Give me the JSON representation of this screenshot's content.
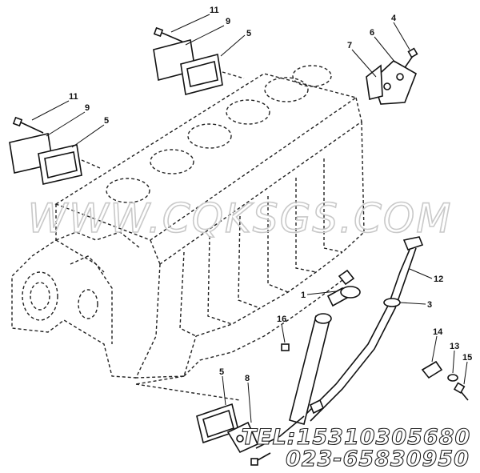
{
  "watermark": "WWW.CQKSGS.COM",
  "phone_line_1": "TEL:15310305680",
  "phone_line_2": "023-65830950",
  "callouts": [
    {
      "id": "c11a",
      "label": "11"
    },
    {
      "id": "c9a",
      "label": "9"
    },
    {
      "id": "c5a",
      "label": "5"
    },
    {
      "id": "c4",
      "label": "4"
    },
    {
      "id": "c6",
      "label": "6"
    },
    {
      "id": "c7",
      "label": "7"
    },
    {
      "id": "c11b",
      "label": "11"
    },
    {
      "id": "c9b",
      "label": "9"
    },
    {
      "id": "c5b",
      "label": "5"
    },
    {
      "id": "c12",
      "label": "12"
    },
    {
      "id": "c1",
      "label": "1"
    },
    {
      "id": "c3",
      "label": "3"
    },
    {
      "id": "c16",
      "label": "16"
    },
    {
      "id": "c14",
      "label": "14"
    },
    {
      "id": "c13",
      "label": "13"
    },
    {
      "id": "c15",
      "label": "15"
    },
    {
      "id": "c5c",
      "label": "5"
    },
    {
      "id": "c8",
      "label": "8"
    }
  ]
}
